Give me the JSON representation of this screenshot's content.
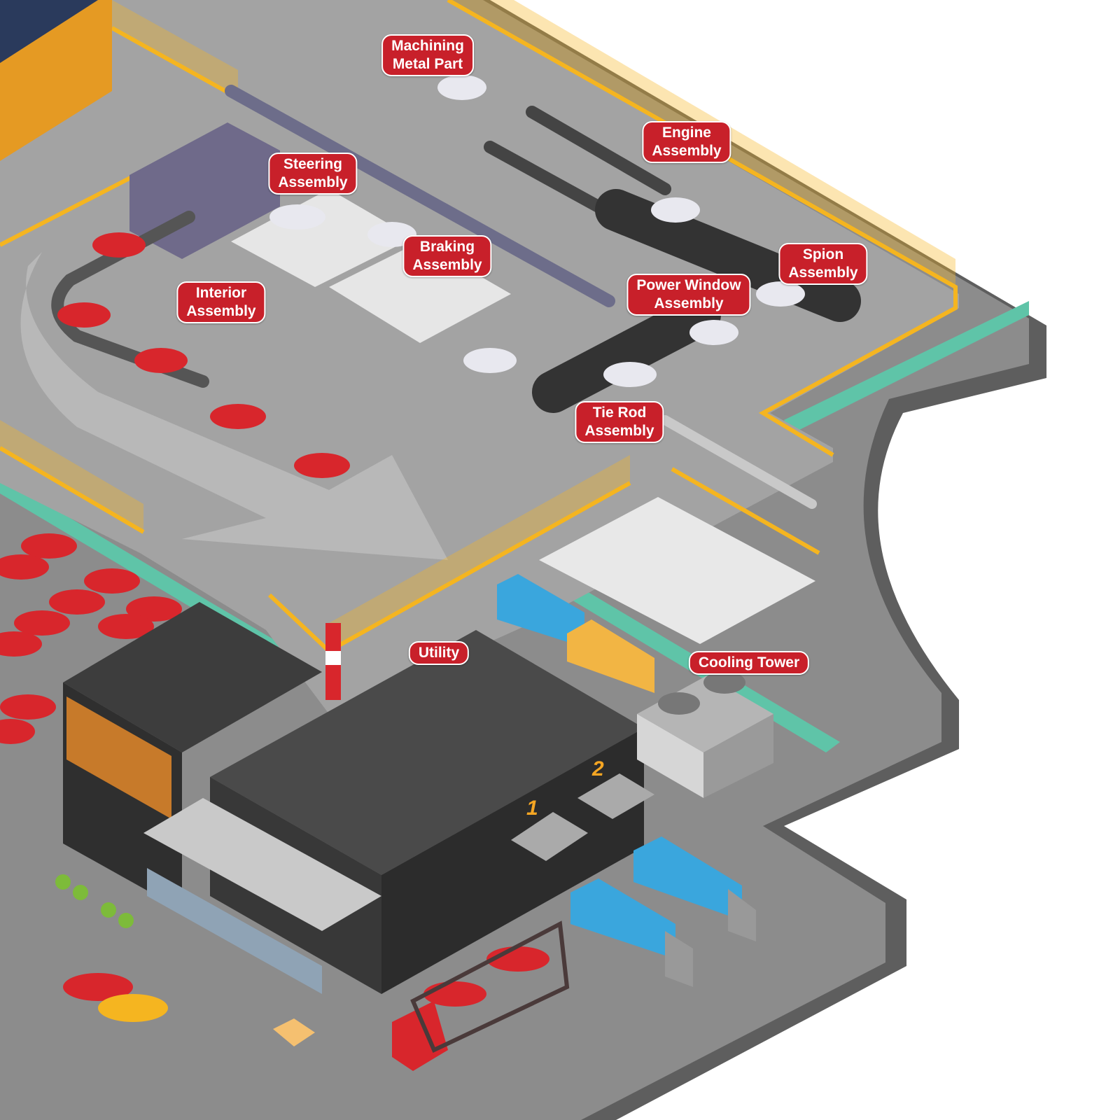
{
  "title": "Car Factory Isometric Map",
  "areas": [
    {
      "id": "machining",
      "lines": [
        "Machining",
        "Metal Part"
      ]
    },
    {
      "id": "engine",
      "lines": [
        "Engine",
        "Assembly"
      ]
    },
    {
      "id": "steering",
      "lines": [
        "Steering",
        "Assembly"
      ]
    },
    {
      "id": "braking",
      "lines": [
        "Braking",
        "Assembly"
      ]
    },
    {
      "id": "interior",
      "lines": [
        "Interior",
        "Assembly"
      ]
    },
    {
      "id": "spion",
      "lines": [
        "Spion",
        "Assembly"
      ]
    },
    {
      "id": "power-window",
      "lines": [
        "Power Window",
        "Assembly"
      ]
    },
    {
      "id": "tie-rod",
      "lines": [
        "Tie Rod",
        "Assembly"
      ]
    },
    {
      "id": "utility",
      "lines": [
        "Utility"
      ]
    },
    {
      "id": "cooling-tower",
      "lines": [
        "Cooling Tower"
      ]
    }
  ],
  "docks": [
    "1",
    "2"
  ],
  "colors": {
    "label": "#c8202a",
    "fence": "#f5b520",
    "ground": "#8c8c8c",
    "floor": "#a7a7a7",
    "roof": "#3d3d3d",
    "teal": "#5fc4a8"
  }
}
